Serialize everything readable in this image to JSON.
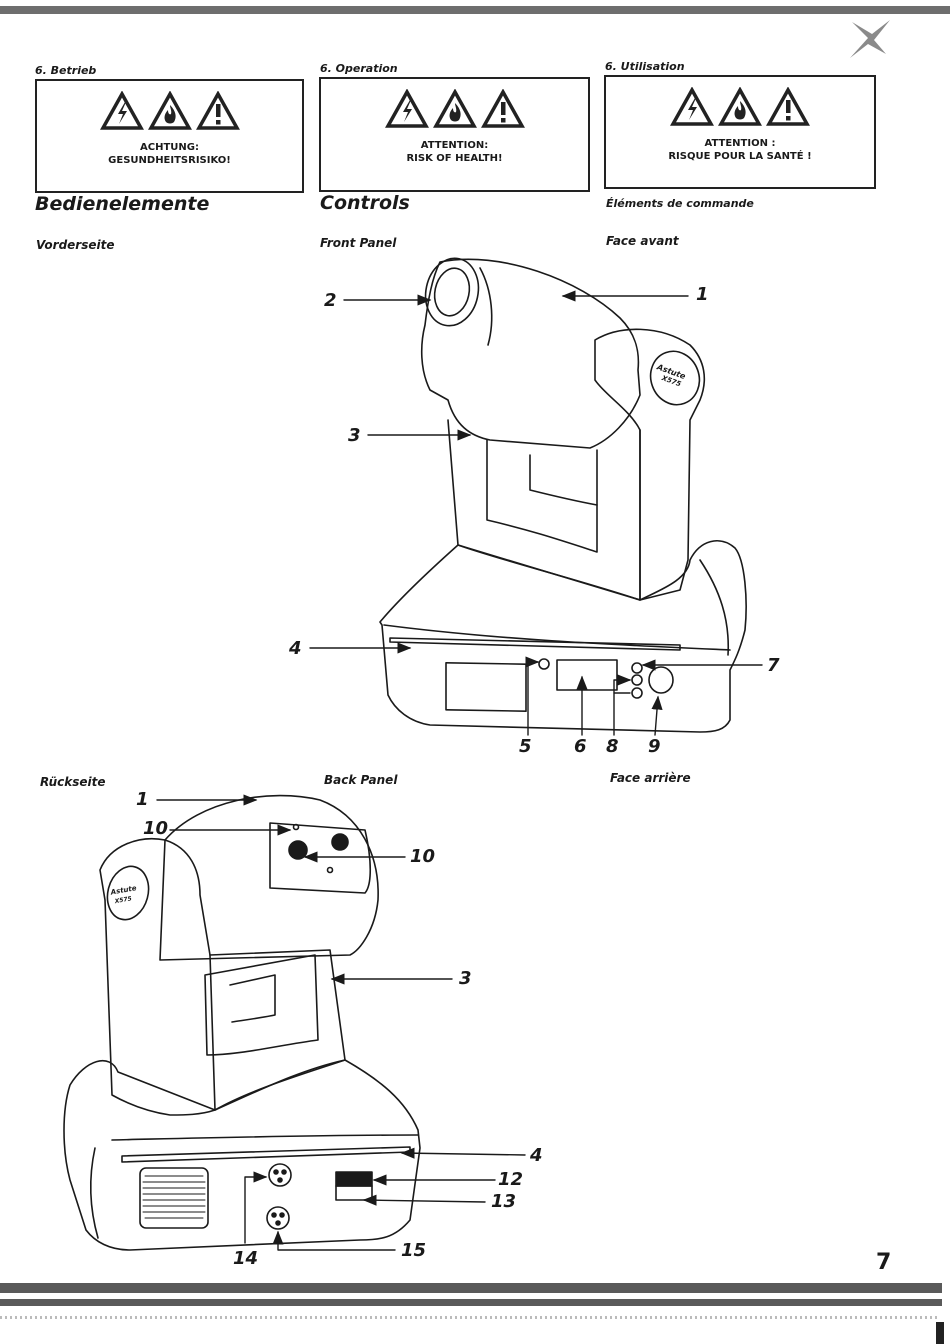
{
  "columns": [
    {
      "section": "6. Betrieb",
      "warning_line1": "ACHTUNG:",
      "warning_line2": "GESUNDHEITSRISIKO!",
      "heading": "Bedienelemente",
      "front_label": "Vorderseite",
      "back_label": "Rückseite"
    },
    {
      "section": "6. Operation",
      "warning_line1": "ATTENTION:",
      "warning_line2": "RISK OF HEALTH!",
      "heading": "Controls",
      "front_label": "Front Panel",
      "back_label": "Back Panel"
    },
    {
      "section": "6. Utilisation",
      "warning_line1": "ATTENTION :",
      "warning_line2": "RISQUE POUR LA SANTÉ !",
      "heading": "Éléments de commande",
      "front_label": "Face avant",
      "back_label": "Face arrière"
    }
  ],
  "icons": [
    "electric-hazard-icon",
    "fire-hazard-icon",
    "exclamation-warning-icon"
  ],
  "front_callouts": {
    "c1": "1",
    "c2": "2",
    "c3": "3",
    "c4": "4",
    "c5": "5",
    "c6": "6",
    "c7": "7",
    "c8": "8",
    "c9": "9"
  },
  "back_callouts": {
    "c1": "1",
    "c10a": "10",
    "c10b": "10",
    "c3": "3",
    "c4": "4",
    "c12": "12",
    "c13": "13",
    "c14": "14",
    "c15": "15"
  },
  "logo_text": "Astute X575",
  "page_number": "7"
}
